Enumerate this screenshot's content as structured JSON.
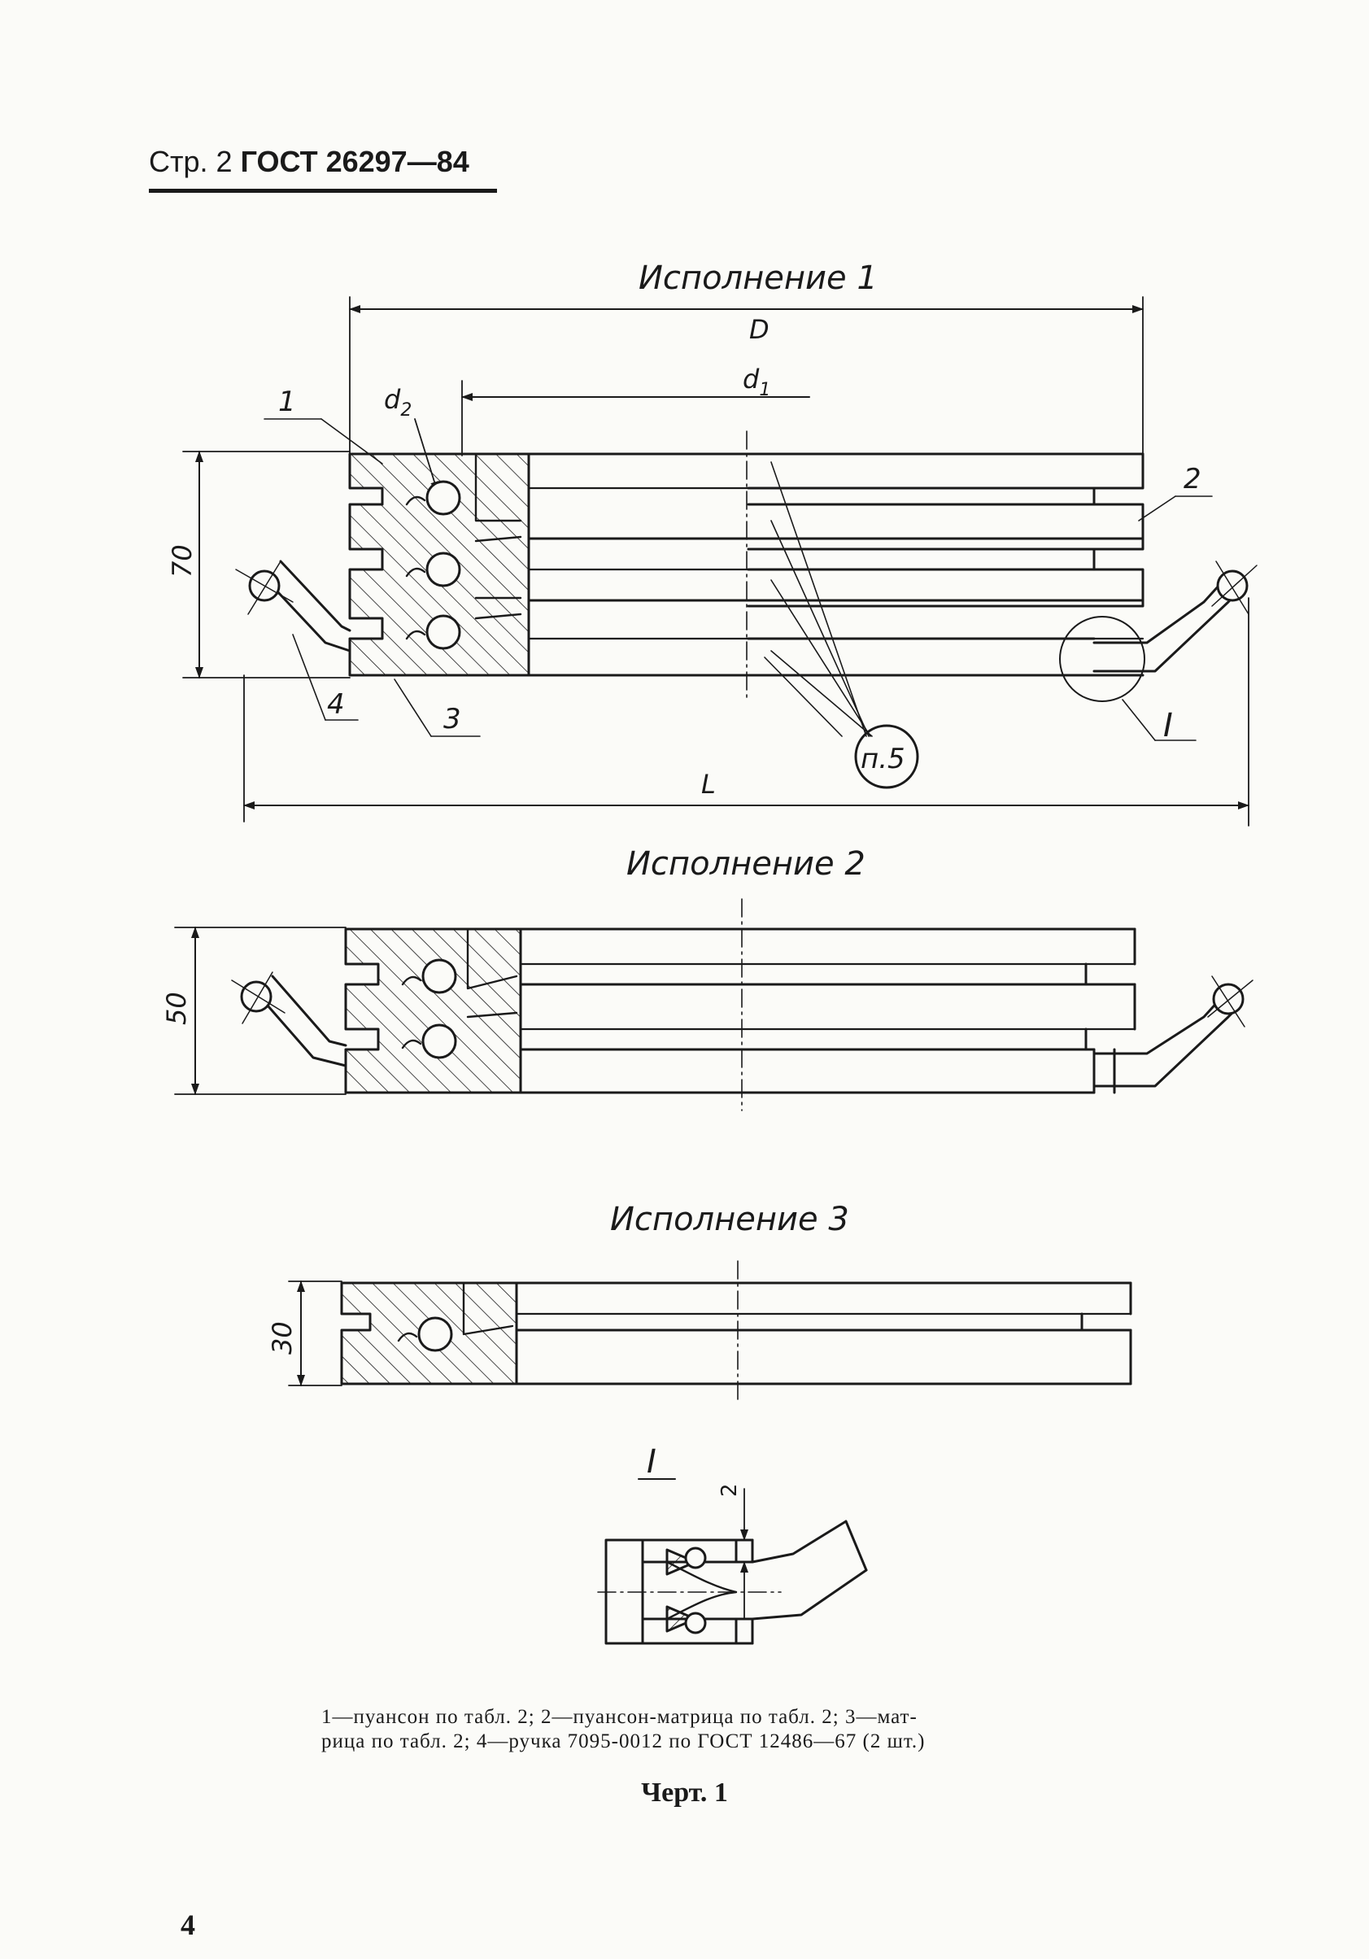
{
  "header": {
    "page": "Стр. 2",
    "standard": "ГОСТ 26297—84"
  },
  "views": {
    "v1": {
      "title": "Исполнение 1",
      "dim_D": "D",
      "dim_d1": "d",
      "dim_d1_sub": "1",
      "dim_d2": "d",
      "dim_d2_sub": "2",
      "height": "70",
      "dim_L": "L",
      "part1": "1",
      "part2": "2",
      "part3": "3",
      "part4": "4",
      "detail_ref": "I",
      "note_ref": "п.5"
    },
    "v2": {
      "title": "Исполнение 2",
      "height": "50"
    },
    "v3": {
      "title": "Исполнение 3",
      "height": "30"
    },
    "detail": {
      "title": "I",
      "gap": "2"
    }
  },
  "caption": {
    "line1": "1—пуансон по табл. 2; 2—пуансон-матрица по табл. 2; 3—мат-",
    "line2": "рица по табл. 2; 4—ручка 7095-0012 по ГОСТ 12486—67 (2 шт.)"
  },
  "figure_label": "Черт. 1",
  "page_number": "4"
}
